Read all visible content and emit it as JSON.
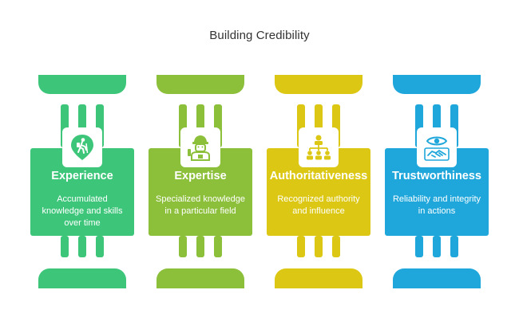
{
  "title": "Building Credibility",
  "colors": {
    "experience": "#3dc67a",
    "expertise": "#8cbf3a",
    "authoritativeness": "#dcc814",
    "trustworthiness": "#1fa7db"
  },
  "pillars": [
    {
      "name": "Experience",
      "description": "Accumulated knowledge and skills over time",
      "icon": "hiker-location-icon"
    },
    {
      "name": "Expertise",
      "description": "Specialized knowledge in a particular field",
      "icon": "worker-icon"
    },
    {
      "name": "Authoritativeness",
      "description": "Recognized authority and influence",
      "icon": "hierarchy-icon"
    },
    {
      "name": "Trustworthiness",
      "description": "Reliability and integrity in actions",
      "icon": "eye-handshake-icon"
    }
  ]
}
